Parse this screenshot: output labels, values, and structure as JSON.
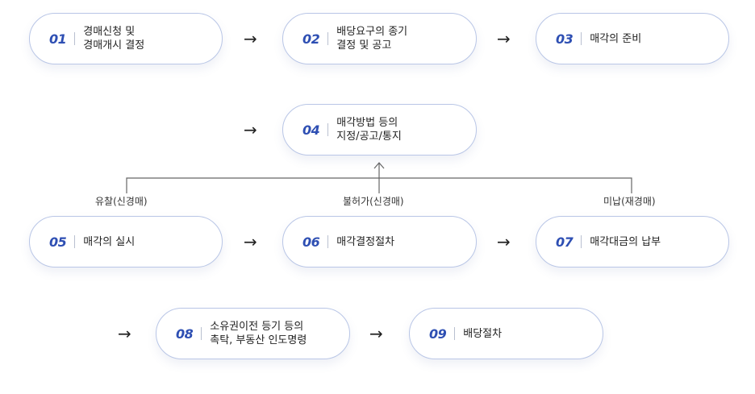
{
  "steps": [
    {
      "num": "01",
      "line1": "경매신청 및",
      "line2": "경매개시 결정"
    },
    {
      "num": "02",
      "line1": "배당요구의 종기",
      "line2": "결정 및 공고"
    },
    {
      "num": "03",
      "line1": "매각의 준비",
      "line2": ""
    },
    {
      "num": "04",
      "line1": "매각방법 등의",
      "line2": "지정/공고/통지"
    },
    {
      "num": "05",
      "line1": "매각의 실시",
      "line2": ""
    },
    {
      "num": "06",
      "line1": "매각결정절차",
      "line2": ""
    },
    {
      "num": "07",
      "line1": "매각대금의 납부",
      "line2": ""
    },
    {
      "num": "08",
      "line1": "소유권이전 등기 등의",
      "line2": "촉탁, 부동산 인도명령"
    },
    {
      "num": "09",
      "line1": "배당절차",
      "line2": ""
    }
  ],
  "arrow_glyph": "→",
  "branch_labels": {
    "left": "유찰(신경매)",
    "center": "불허가(신경매)",
    "right": "미납(재경매)"
  }
}
